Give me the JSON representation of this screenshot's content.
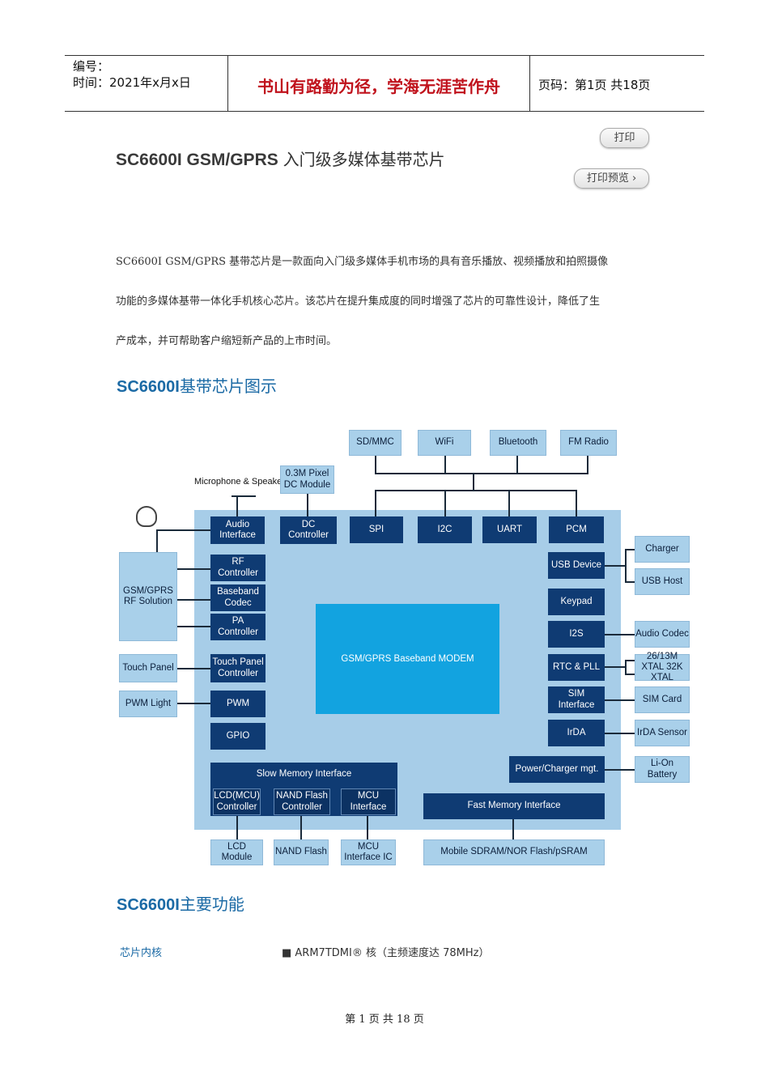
{
  "header": {
    "number_label": "编号：",
    "time_label": "时间：2021年x月x日",
    "motto": "书山有路勤为径，学海无涯苦作舟",
    "page_info": "页码：第1页  共18页"
  },
  "title": {
    "en": "SC6600I GSM/GPRS",
    "cn": "入门级多媒体基带芯片"
  },
  "buttons": {
    "print": "打印",
    "preview": "打印预览 ›"
  },
  "intro": {
    "line1": "SC6600I GSM/GPRS 基带芯片是一款面向入门级多媒体手机市场的具有音乐播放、视频播放和拍照摄像",
    "line2": "功能的多媒体基带一体化手机核心芯片。该芯片在提升集成度的同时增强了芯片的可靠性设计，降低了生",
    "line3": "产成本，并可帮助客户缩短新产品的上市时间。"
  },
  "section1": {
    "en": "SC6600I",
    "cn": "基带芯片图示"
  },
  "diagram": {
    "top_peripherals": [
      "SD/MMC",
      "WiFi",
      "Bluetooth",
      "FM Radio"
    ],
    "bus": [
      "SPI",
      "I2C",
      "UART",
      "PCM"
    ],
    "mic_label": "Microphone & Speaker",
    "dc_module": "0.3M Pixel DC Module",
    "audio_interface": "Audio Interface",
    "dc_controller": "DC Controller",
    "rf_solution": "GSM/GPRS RF Solution",
    "rf_controller": "RF Controller",
    "baseband_codec": "Baseband Codec",
    "pa_controller": "PA Controller",
    "touch_panel": "Touch Panel",
    "touch_panel_controller": "Touch Panel Controller",
    "pwm_light": "PWM Light",
    "pwm": "PWM",
    "gpio": "GPIO",
    "modem": "GSM/GPRS Baseband MODEM",
    "slow_memory": "Slow Memory Interface",
    "lcd_controller": "LCD(MCU) Controller",
    "nand_controller": "NAND Flash Controller",
    "mcu_interface": "MCU Interface",
    "lcd_module": "LCD Module",
    "nand_flash": "NAND Flash",
    "mcu_interface_ic": "MCU Interface IC",
    "fast_memory": "Fast Memory Interface",
    "mobile_sdram": "Mobile SDRAM/NOR Flash/pSRAM",
    "usb_device": "USB Device",
    "keypad": "Keypad",
    "i2s": "I2S",
    "rtc_pll": "RTC & PLL",
    "sim_interface": "SIM Interface",
    "irda": "IrDA",
    "power_mgt": "Power/Charger mgt.",
    "charger": "Charger",
    "usb_host": "USB Host",
    "audio_codec": "Audio Codec",
    "xtal": "26/13M XTAL 32K XTAL",
    "sim_card": "SIM Card",
    "irda_sensor": "IrDA Sensor",
    "battery": "Li-On Battery"
  },
  "section2": {
    "en": "SC6600I",
    "cn": "主要功能"
  },
  "feature": {
    "label": "芯片内核",
    "value": "■ ARM7TDMI® 核（主频速度达 78MHz）"
  },
  "footer": "第 1 页 共 18 页"
}
